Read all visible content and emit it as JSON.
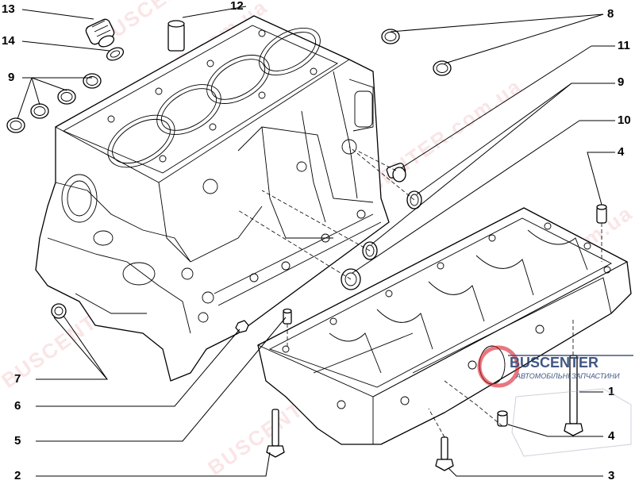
{
  "callouts": {
    "c1": "1",
    "c2": "2",
    "c3": "3",
    "c4a": "4",
    "c4b": "4",
    "c5": "5",
    "c6": "6",
    "c7": "7",
    "c8": "8",
    "c9a": "9",
    "c9b": "9",
    "c10": "10",
    "c11": "11",
    "c12": "12",
    "c13": "13",
    "c14": "14"
  },
  "watermark": {
    "brand": "BUSCENTER",
    "site": "BUSCENTER.com.ua"
  },
  "logo": {
    "title": "BUSCENTER",
    "subtitle": "АВТОМОБІЛЬНІ ЗАПЧАСТИНИ"
  },
  "colors": {
    "watermark": "#d81c2a",
    "logo": "#1f3a6e"
  }
}
